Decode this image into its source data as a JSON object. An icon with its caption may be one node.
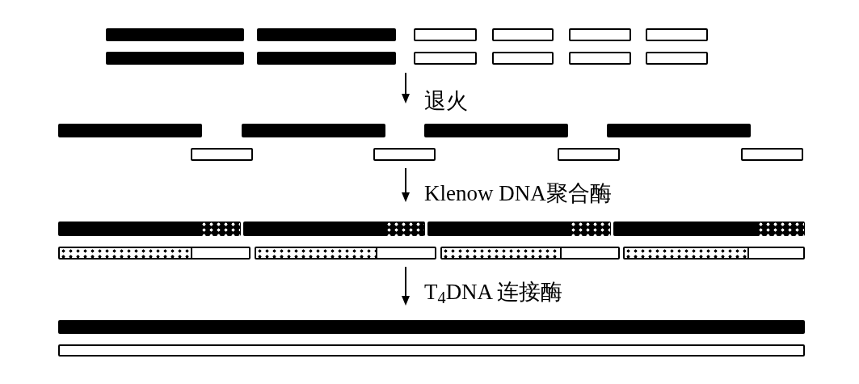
{
  "diagram": {
    "nodes": [
      {
        "text": [],
        "shape": "bar"
      },
      {
        "text": [],
        "shape": "bar"
      },
      {
        "text": [],
        "shape": "bar"
      },
      {
        "text": [],
        "shape": "bar"
      },
      {
        "text": [],
        "shape": "bar"
      },
      {
        "text": [],
        "shape": "bar"
      },
      {
        "text": [],
        "shape": "bar"
      },
      {
        "text": [],
        "shape": "bar"
      },
      {
        "text": [],
        "shape": "bar"
      },
      {
        "text": [],
        "shape": "bar"
      },
      {
        "text": [],
        "shape": "bar"
      },
      {
        "text": [],
        "shape": "bar"
      },
      {
        "text": [],
        "shape": "bar"
      },
      {
        "text": [],
        "shape": "bar"
      },
      {
        "text": [],
        "shape": "bar"
      },
      {
        "text": [],
        "shape": "bar"
      },
      {
        "text": [],
        "shape": "bar"
      },
      {
        "text": [],
        "shape": "bar"
      },
      {
        "text": [],
        "shape": "bar"
      },
      {
        "text": [],
        "shape": "bar"
      },
      {
        "text": [],
        "shape": "bar"
      },
      {
        "text": [],
        "shape": "bar"
      },
      {
        "text": [],
        "shape": "bar"
      },
      {
        "text": [],
        "shape": "bar"
      },
      {
        "text": [],
        "shape": "bar"
      },
      {
        "text": [],
        "shape": "bar"
      },
      {
        "text": [],
        "shape": "bar"
      },
      {
        "text": [],
        "shape": "bar"
      },
      {
        "text": [],
        "shape": "bar"
      },
      {
        "text": [],
        "shape": "bar"
      }
    ],
    "labels": [
      "退火",
      "Klenow DNA聚合酶",
      "T$_{4}$DNA 连接酶"
    ]
  }
}
